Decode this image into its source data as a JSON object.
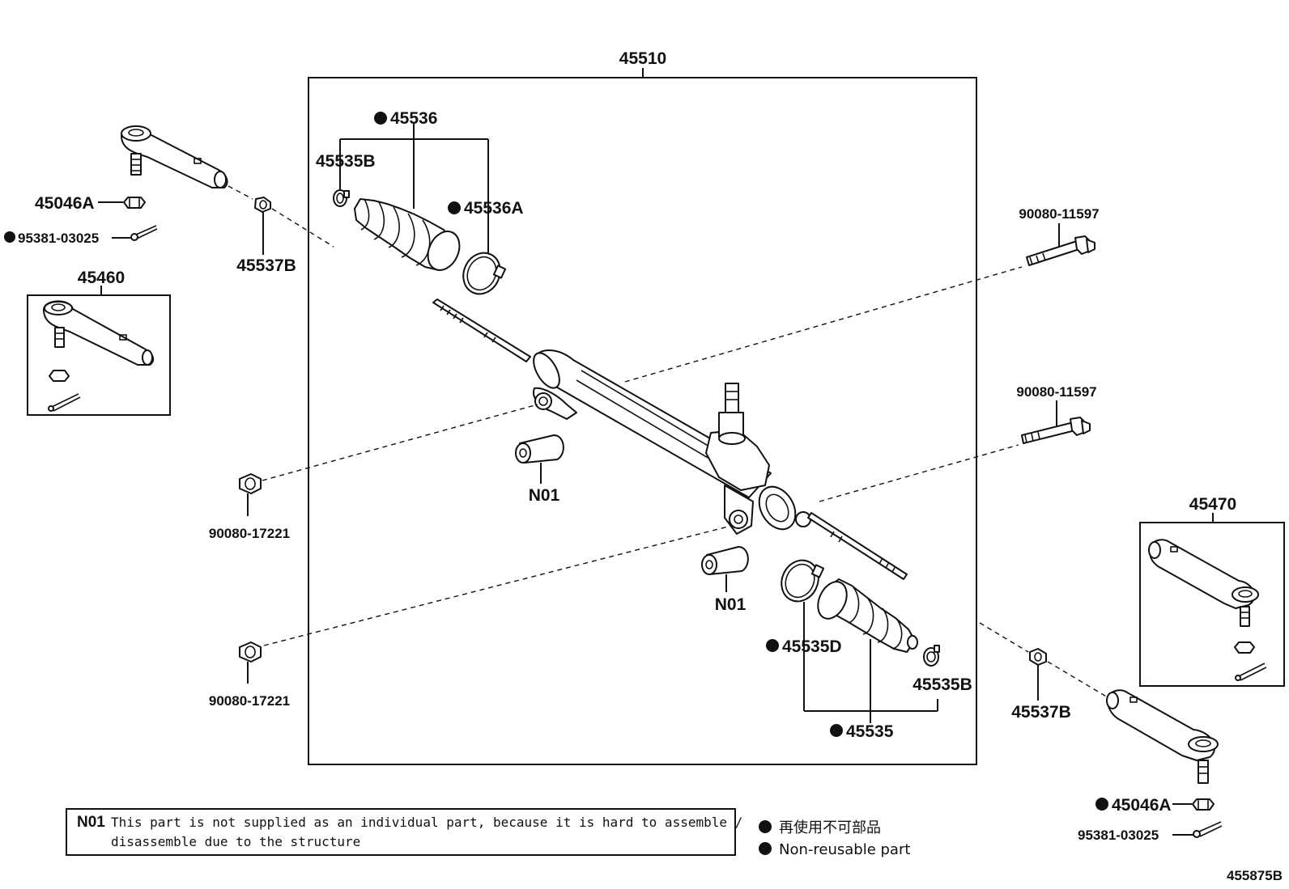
{
  "labels": {
    "assembly": "45510",
    "boot_left": "45536",
    "clamp_left_small": "45535B",
    "clamp_left_large": "45536A",
    "nut_left": "45046A",
    "cotter_left": "95381-03025",
    "nut_small_left": "45537B",
    "tie_rod_end_left": "45460",
    "bolt_upper": "90080-11597",
    "bolt_lower": "90080-11597",
    "nut_mount_upper": "90080-17221",
    "nut_mount_lower": "90080-17221",
    "bushing_left": "N01",
    "bushing_right": "N01",
    "clamp_right_large": "45535D",
    "clamp_right_small": "45535B",
    "boot_right": "45535",
    "tie_rod_end_right": "45470",
    "nut_small_right": "45537B",
    "nut_right": "45046A",
    "cotter_right": "95381-03025"
  },
  "note": {
    "code": "N01",
    "line1": "This part is not supplied as an individual part, because it is hard to assemble /",
    "line2": "disassemble due to the structure"
  },
  "legend": {
    "japanese": "再使用不可部品",
    "english": "Non-reusable part"
  },
  "diagram_id": "455875B",
  "colors": {
    "ink": "#111111",
    "background": "#ffffff"
  }
}
